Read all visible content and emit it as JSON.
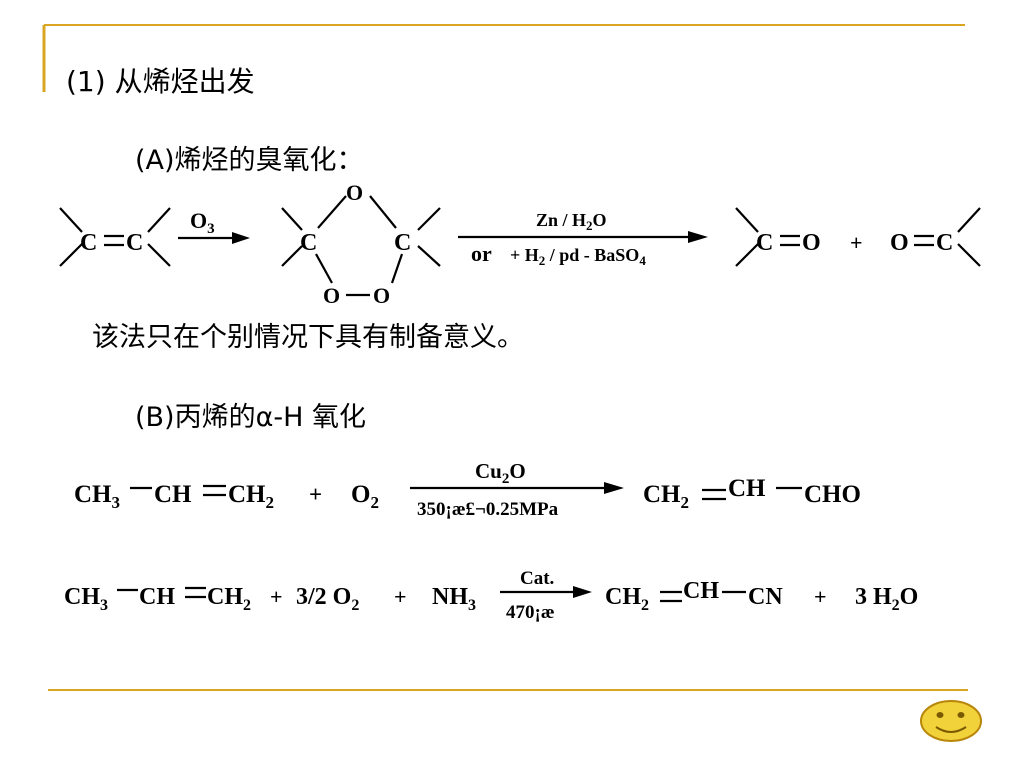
{
  "section": {
    "heading": "(1) 从烯烃出发"
  },
  "partA": {
    "title": "(A)烯烃的臭氧化：",
    "reagent_top": "O3",
    "conditions_top": "Zn / H2O",
    "conditions_bottom_or": "or",
    "conditions_bottom": "+ H2 / pd - BaSO4",
    "note": "该法只在个别情况下具有制备意义。"
  },
  "partB": {
    "title": "(B)丙烯的α-H 氧化",
    "r1_catalyst": "Cu2O",
    "r1_conditions": "350¡æ£¬0.25MPa",
    "r2_catalyst": "Cat.",
    "r2_conditions": "470¡æ"
  },
  "colors": {
    "rule": "#DAA520",
    "smiley_fill": "#F2D23A",
    "smiley_stroke": "#B8860B"
  },
  "icons": {
    "smiley": "smiley-face-icon"
  }
}
